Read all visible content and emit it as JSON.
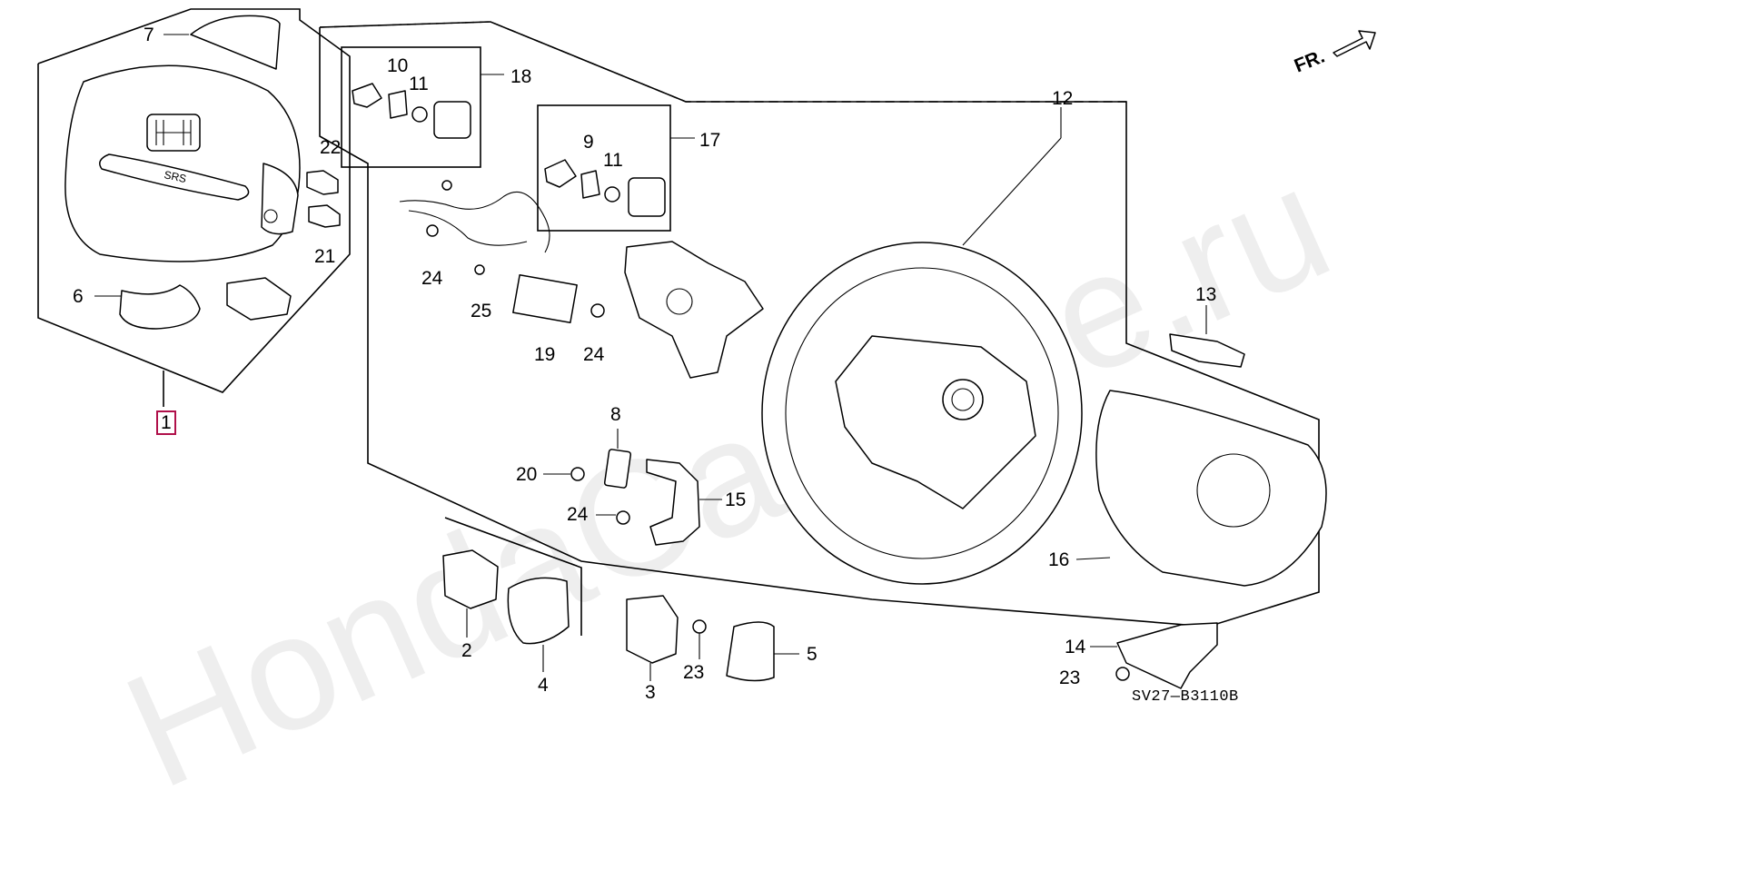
{
  "diagram": {
    "direction_label": "FR.",
    "drawing_code": "SV27—B3110B",
    "watermark": "HondaCarMine.ru",
    "emblem_text": "SRS",
    "highlight_color": "#b0104a",
    "callouts": {
      "c1": "1",
      "c2": "2",
      "c3": "3",
      "c4": "4",
      "c5": "5",
      "c6": "6",
      "c7": "7",
      "c8": "8",
      "c9": "9",
      "c10": "10",
      "c11a": "11",
      "c11b": "11",
      "c12": "12",
      "c13": "13",
      "c14": "14",
      "c15": "15",
      "c16": "16",
      "c17": "17",
      "c18": "18",
      "c19": "19",
      "c20": "20",
      "c21": "21",
      "c22": "22",
      "c23a": "23",
      "c23b": "23",
      "c24a": "24",
      "c24b": "24",
      "c24c": "24",
      "c25": "25"
    }
  }
}
